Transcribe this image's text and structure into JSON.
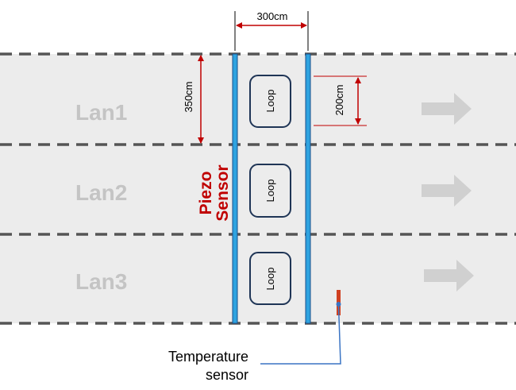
{
  "lanes": [
    {
      "label": "Lan1",
      "loop_label": "Loop"
    },
    {
      "label": "Lan2",
      "loop_label": "Loop"
    },
    {
      "label": "Lan3",
      "loop_label": "Loop"
    }
  ],
  "dimensions": {
    "sensor_spacing": "300cm",
    "lane_width": "350cm",
    "loop_length": "200cm"
  },
  "piezo_sensor": {
    "line1": "Piezo",
    "line2": "Sensor"
  },
  "temperature_sensor": {
    "line1": "Temperature",
    "line2": "sensor"
  },
  "colors": {
    "road": "#ececec",
    "lane_divider": "#555555",
    "piezo_strip": "#2ea3e0",
    "piezo_strip_border": "#1a4f8a",
    "dimension": "#c00000",
    "arrow": "#d0d0d0",
    "loop_border": "#1f3556",
    "probe": "#d04020",
    "probe_wire": "#3a74c4"
  }
}
